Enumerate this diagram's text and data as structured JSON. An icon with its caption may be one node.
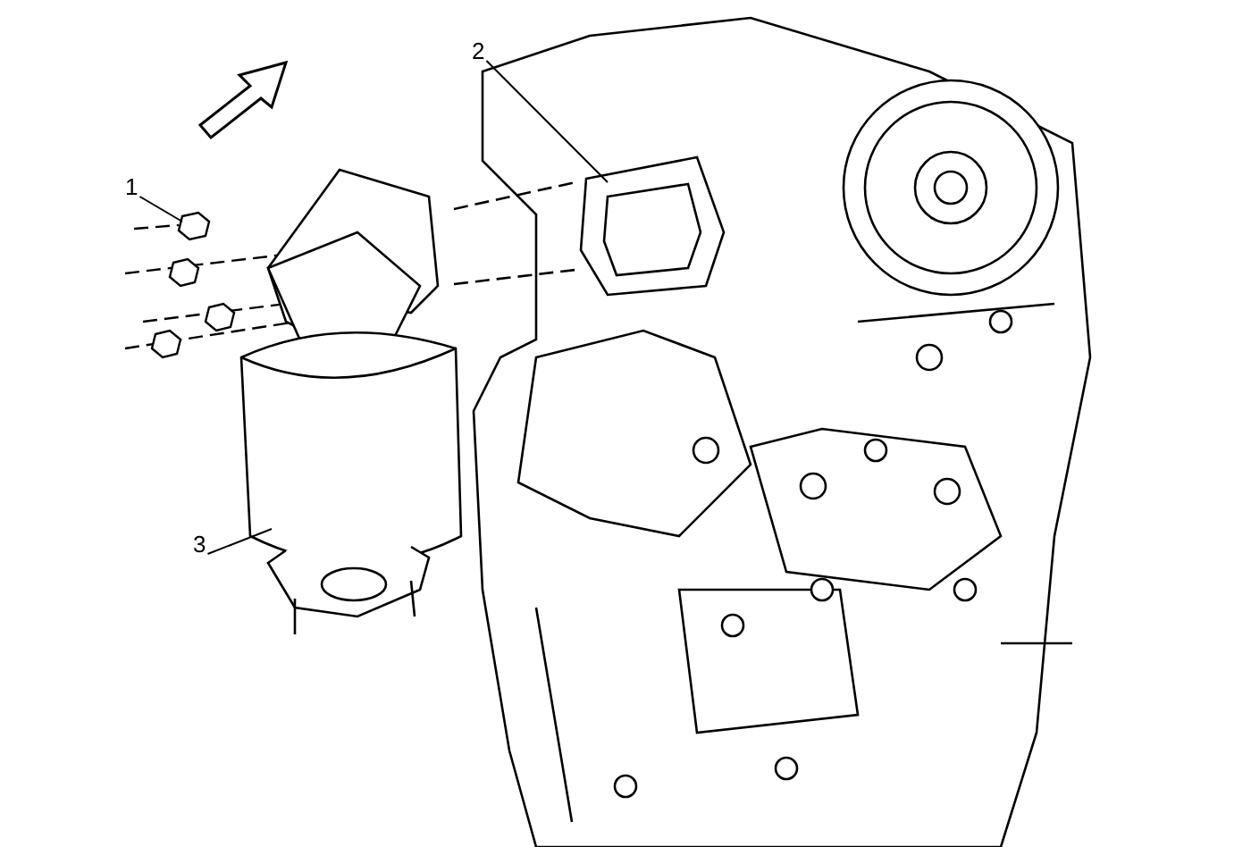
{
  "diagram": {
    "nodes": [
      {
        "text": [
          "1"
        ]
      },
      {
        "text": [
          "2"
        ]
      },
      {
        "text": [
          "3"
        ]
      },
      {
        "text": [],
        "shape": "picture"
      },
      {
        "text": [],
        "shape": "picture"
      },
      {
        "text": [],
        "shape": "picture"
      }
    ],
    "edges": [
      {
        "from": 0,
        "to": 3,
        "arrow": "none"
      },
      {
        "from": 1,
        "to": 5,
        "arrow": "none"
      },
      {
        "from": 2,
        "to": 4,
        "arrow": "none"
      }
    ]
  }
}
